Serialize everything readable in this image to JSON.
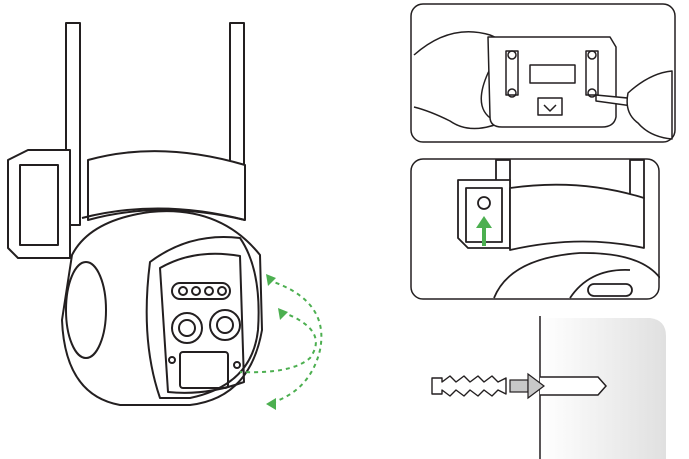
{
  "colors": {
    "line": "#231f20",
    "accent_green": "#4caf50",
    "panel_border": "#231f20",
    "shade": "#e6e6e6"
  },
  "icons": {
    "main": "ptz-camera-illustration",
    "rotation": "rotation-arrows-icon",
    "step1": "mounting-bracket-screwdriver",
    "step2": "bracket-install-arrow",
    "step3": "wall-anchor-insert"
  }
}
